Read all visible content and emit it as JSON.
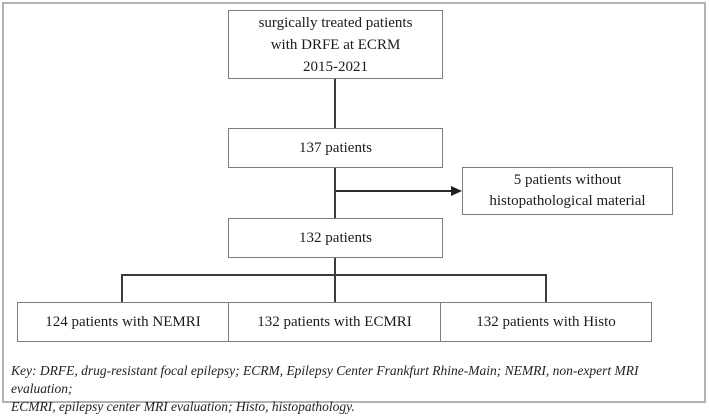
{
  "figure": {
    "type": "flowchart",
    "boxes": {
      "top": {
        "lines": [
          "surgically treated patients",
          "with DRFE at ECRM",
          "2015-2021"
        ]
      },
      "cohort_137": {
        "label": "137 patients"
      },
      "excluded": {
        "label": "5 patients without histopathological material"
      },
      "cohort_132": {
        "label": "132 patients"
      },
      "nemri": {
        "label": "124 patients with NEMRI"
      },
      "ecmri": {
        "label": "132 patients with ECMRI"
      },
      "histo": {
        "label": "132 patients with Histo"
      }
    },
    "key": {
      "lines": [
        "Key: DRFE, drug-resistant focal epilepsy; ECRM, Epilepsy Center Frankfurt Rhine-Main; NEMRI, non-expert MRI evaluation;",
        "ECMRI, epilepsy center MRI evaluation; Histo, histopathology."
      ]
    },
    "colors": {
      "box_border": "#7f7f7f",
      "connector": "#3a3a3a",
      "arrow": "#1f1f1f",
      "outer_border": "#b2b2b2",
      "text": "#1c1c1c"
    }
  }
}
